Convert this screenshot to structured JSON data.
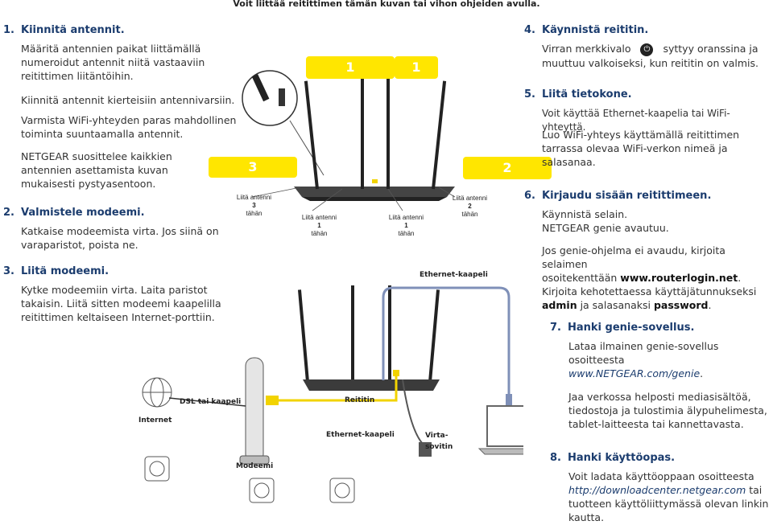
{
  "top_note": "Voit liittää reitittimen tämän kuvan tai vihon ohjeiden avulla.",
  "steps": {
    "s1": {
      "num": "1.",
      "title": "Kiinnitä antennit.",
      "p1": [
        "Määritä antennien paikat liittämällä",
        "numeroidut antennit niitä vastaaviin",
        "reitittimen liitäntöihin."
      ],
      "p2": "Kiinnitä antennit kierteisiin antennivarsiin.",
      "p3": [
        "Varmista WiFi-yhteyden paras mahdollinen",
        "toiminta suuntaamalla antennit."
      ],
      "p4": [
        "NETGEAR suosittelee kaikkien",
        "antennien asettamista kuvan",
        "mukaisesti pystyasentoon."
      ]
    },
    "s2": {
      "num": "2.",
      "title": "Valmistele modeemi.",
      "p1": [
        "Katkaise modeemista virta. Jos siinä on",
        "varaparistot, poista ne."
      ]
    },
    "s3": {
      "num": "3.",
      "title": "Liitä modeemi.",
      "p1": [
        "Kytke modeemiin virta. Laita paristot",
        "takaisin. Liitä sitten modeemi kaapelilla",
        "reitittimen keltaiseen Internet-porttiin."
      ]
    },
    "s4": {
      "num": "4.",
      "title": "Käynnistä reititin.",
      "p1a": "Virran merkkivalo",
      "p1b": "syttyy oranssina ja",
      "p1c": "muuttuu valkoiseksi, kun reititin on valmis."
    },
    "s5": {
      "num": "5.",
      "title": "Liitä tietokone.",
      "p1": "Voit käyttää Ethernet-kaapelia tai WiFi-yhteyttä.",
      "p2": [
        "Luo WiFi-yhteys käyttämällä reitittimen",
        "tarrassa olevaa WiFi-verkon nimeä ja",
        "salasanaa."
      ]
    },
    "s6": {
      "num": "6.",
      "title": "Kirjaudu sisään reitittimeen.",
      "p1": [
        "Käynnistä selain.",
        "NETGEAR genie avautuu."
      ],
      "p2a": "Jos genie-ohjelma ei avaudu, kirjoita selaimen",
      "p2b": "osoitekenttään ",
      "p2b_bold": "www.routerlogin.net",
      "p2b_end": ".",
      "p2c": "Kirjoita kehotettaessa käyttäjätunnukseksi",
      "p2d_bold1": "admin",
      "p2d_mid": " ja salasanaksi ",
      "p2d_bold2": "password",
      "p2d_end": "."
    },
    "s7": {
      "num": "7.",
      "title": "Hanki genie-sovellus.",
      "p1": [
        "Lataa ilmainen genie-sovellus",
        "osoitteesta"
      ],
      "link": "www.NETGEAR.com/genie",
      "link_end": ".",
      "p2": [
        "Jaa verkossa helposti mediasisältöä,",
        "tiedostoja ja tulostimia älypuhelimesta,",
        "tablet-laitteesta tai kannettavasta."
      ]
    },
    "s8": {
      "num": "8.",
      "title": "Hanki käyttöopas.",
      "p1": "Voit ladata käyttöoppaan osoitteesta",
      "link": "http://downloadcenter.netgear.com",
      "p1_end": " tai",
      "p2": [
        "tuotteen käyttöliittymässä olevan linkin",
        "kautta."
      ]
    }
  },
  "diagram": {
    "badges": {
      "b3": "3",
      "b1a": "1",
      "b1b": "1",
      "b2": "2"
    },
    "annotations": {
      "a3": [
        "Liitä antenni",
        "3",
        "tähän"
      ],
      "a1a": [
        "Liitä antenni",
        "1",
        "tähän"
      ],
      "a1b": [
        "Liitä antenni",
        "1",
        "tähän"
      ],
      "a2": [
        "Liitä antenni",
        "2",
        "tähän"
      ]
    },
    "labels": {
      "ethernet_top": "Ethernet-kaapeli",
      "dsl": "DSL tai kaapeli",
      "internet": "Internet",
      "modem": "Modeemi",
      "router": "Reititin",
      "ethernet_bottom": "Ethernet-kaapeli",
      "adapter": [
        "Virta-",
        "sovitin"
      ]
    }
  },
  "colors": {
    "heading": "#1b3c6e",
    "badge": "#ffe600",
    "yellow_cable": "#f2d300",
    "blue_cable": "#7f90b8"
  }
}
